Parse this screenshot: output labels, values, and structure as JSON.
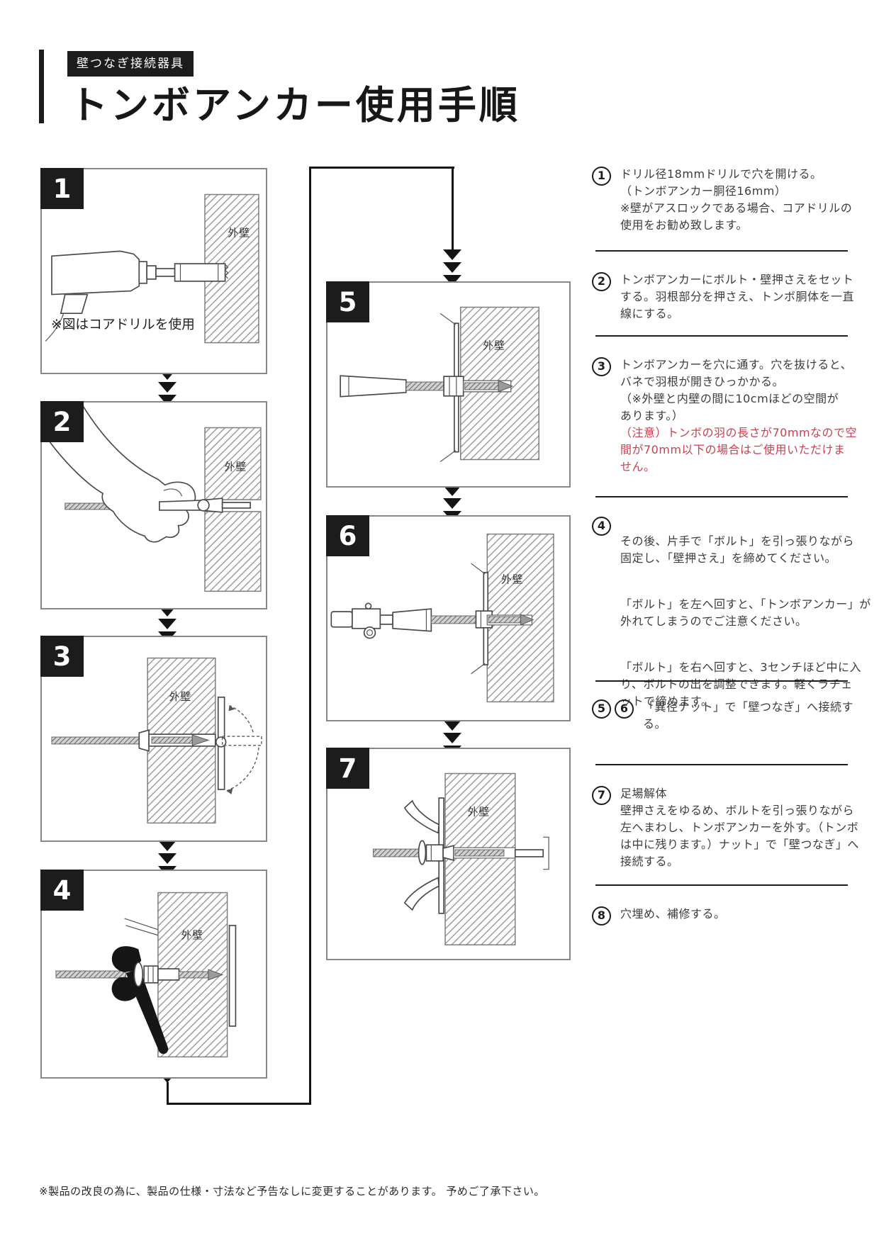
{
  "header": {
    "category_badge": "壁つなぎ接続器具",
    "title": "トンボアンカー使用手順"
  },
  "labels": {
    "wall": "外壁",
    "panel1_note": "※図はコアドリルを使用"
  },
  "panels": [
    {
      "number": "1"
    },
    {
      "number": "2"
    },
    {
      "number": "3"
    },
    {
      "number": "4"
    },
    {
      "number": "5"
    },
    {
      "number": "6"
    },
    {
      "number": "7"
    }
  ],
  "instructions": [
    {
      "numbers": [
        "1"
      ],
      "text": "ドリル径18mmドリルで穴を開ける。\n（トンボアンカー胴径16mm）\n※壁がアスロックである場合、コアドリルの\n使用をお勧め致します。"
    },
    {
      "numbers": [
        "2"
      ],
      "text": "トンボアンカーにボルト・壁押さえをセット\nする。羽根部分を押さえ、トンボ胴体を一直\n線にする。"
    },
    {
      "numbers": [
        "3"
      ],
      "text": "トンボアンカーを穴に通す。穴を抜けると、\nバネで羽根が開きひっかかる。\n（※外壁と内壁の間に10cmほどの空間が\nあります。）",
      "warning": "（注意）トンボの羽の長さが70mmなので空\n間が70mm以下の場合はご使用いただけま\nせん。"
    },
    {
      "numbers": [
        "4"
      ],
      "paragraphs": [
        "その後、片手で「ボルト」を引っ張りながら\n固定し、「壁押さえ」を締めてください。",
        "「ボルト」を左へ回すと、「トンボアンカー」が\n外れてしまうのでご注意ください。",
        "「ボルト」を右へ回すと、3センチほど中に入\nり、ボルトの出を調整できます。軽くラチェ\nットで締めます。"
      ]
    },
    {
      "numbers": [
        "5",
        "6"
      ],
      "text": "「異径ナット」で「壁つなぎ」へ接続する。"
    },
    {
      "numbers": [
        "7"
      ],
      "text": "足場解体\n壁押さえをゆるめ、ボルトを引っ張りながら\n左へまわし、トンボアンカーを外す。（トンボ\nは中に残ります。）ナット」で「壁つなぎ」へ\n接続する。"
    },
    {
      "numbers": [
        "8"
      ],
      "text": "穴埋め、補修する。"
    }
  ],
  "footer_note": "※製品の改良の為に、製品の仕様・寸法など予告なしに変更することがあります。 予めご了承下さい。",
  "colors": {
    "ink": "#1d1d1d",
    "warning_red": "#c9414f",
    "panel_border_gray": "#878787",
    "hatch_gray": "#909090"
  }
}
